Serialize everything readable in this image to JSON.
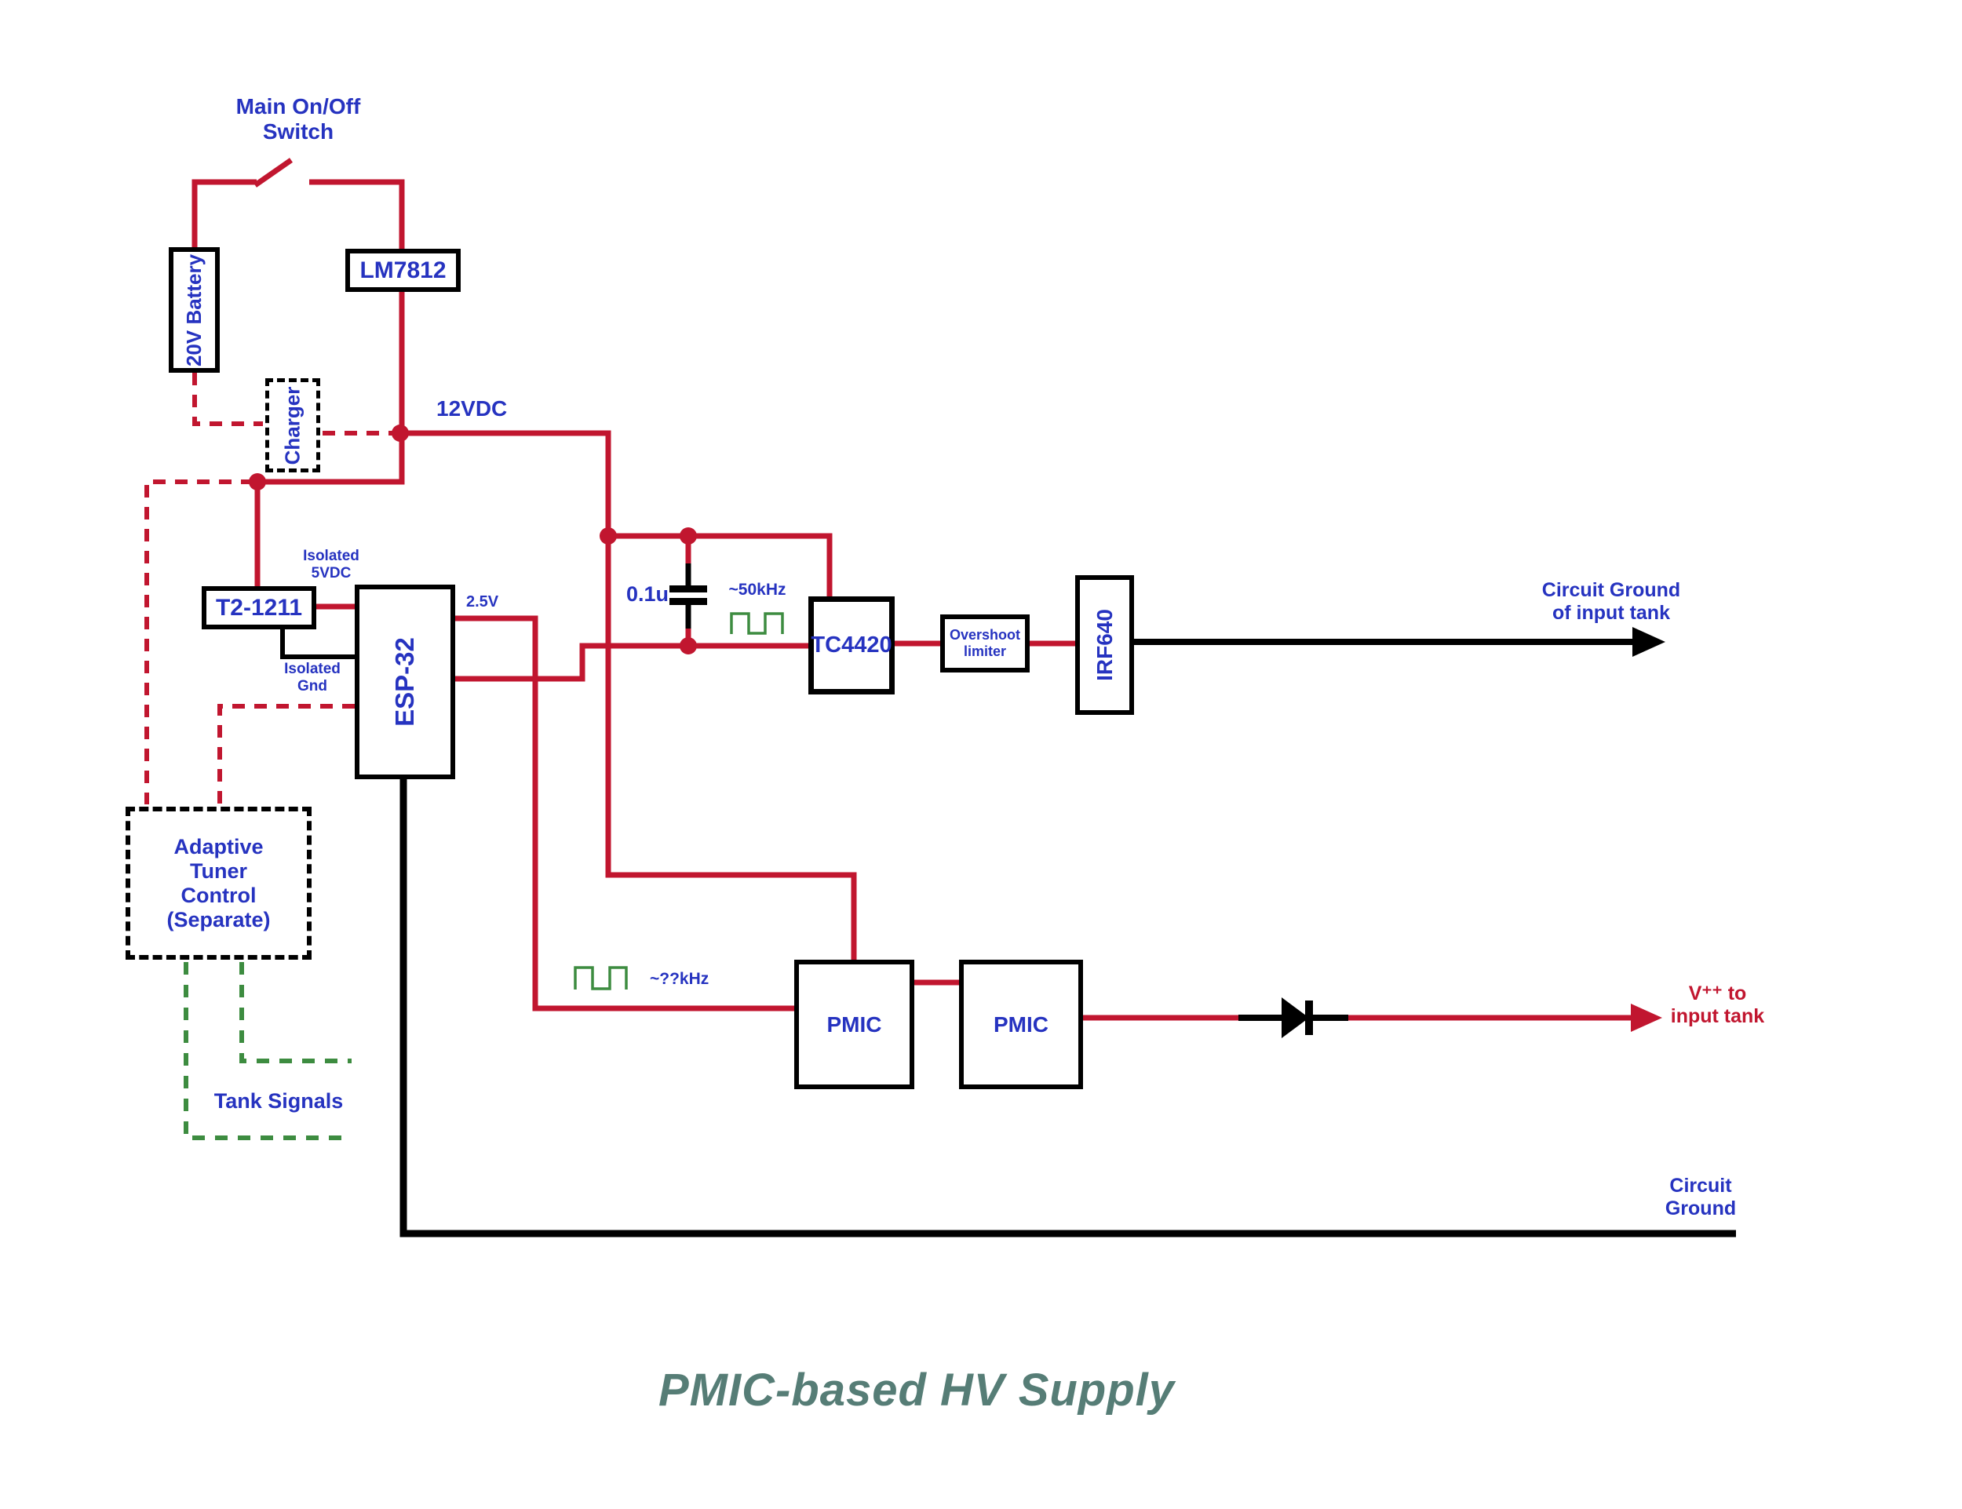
{
  "diagram_title": "PMIC-based HV Supply",
  "colors": {
    "wire_red": "#c1162f",
    "label_blue": "#2633c0",
    "signal_green": "#3d8c40",
    "title_teal": "#567d76",
    "wire_black": "#000000"
  },
  "components": {
    "main_switch": {
      "label": "Main On/Off\nSwitch"
    },
    "battery": {
      "label": "20V Battery"
    },
    "lm7812": {
      "label": "LM7812"
    },
    "charger": {
      "label": "Charger"
    },
    "t2_1211": {
      "label": "T2-1211"
    },
    "esp32": {
      "label": "ESP-32"
    },
    "tc4420": {
      "label": "TC4420"
    },
    "overshoot_limiter": {
      "label": "Overshoot\nlimiter"
    },
    "irf640": {
      "label": "IRF640"
    },
    "pmic_1": {
      "label": "PMIC"
    },
    "pmic_2": {
      "label": "PMIC"
    },
    "adaptive_tuner_control": {
      "label": "Adaptive\nTuner\nControl\n(Separate)"
    }
  },
  "net_labels": {
    "rail_12vdc": "12VDC",
    "isolated_5vdc": "Isolated\n5VDC",
    "isolated_gnd": "Isolated\nGnd",
    "esp_2v5": "2.5V",
    "cap_value": "0.1u",
    "gate_pwm_freq": "~50kHz",
    "pmic_pwm_freq": "~??kHz",
    "circuit_ground_input_tank": "Circuit Ground\nof input tank",
    "vpp_output": "V⁺⁺ to\ninput tank",
    "circuit_ground": "Circuit\nGround",
    "tank_signals": "Tank Signals"
  }
}
